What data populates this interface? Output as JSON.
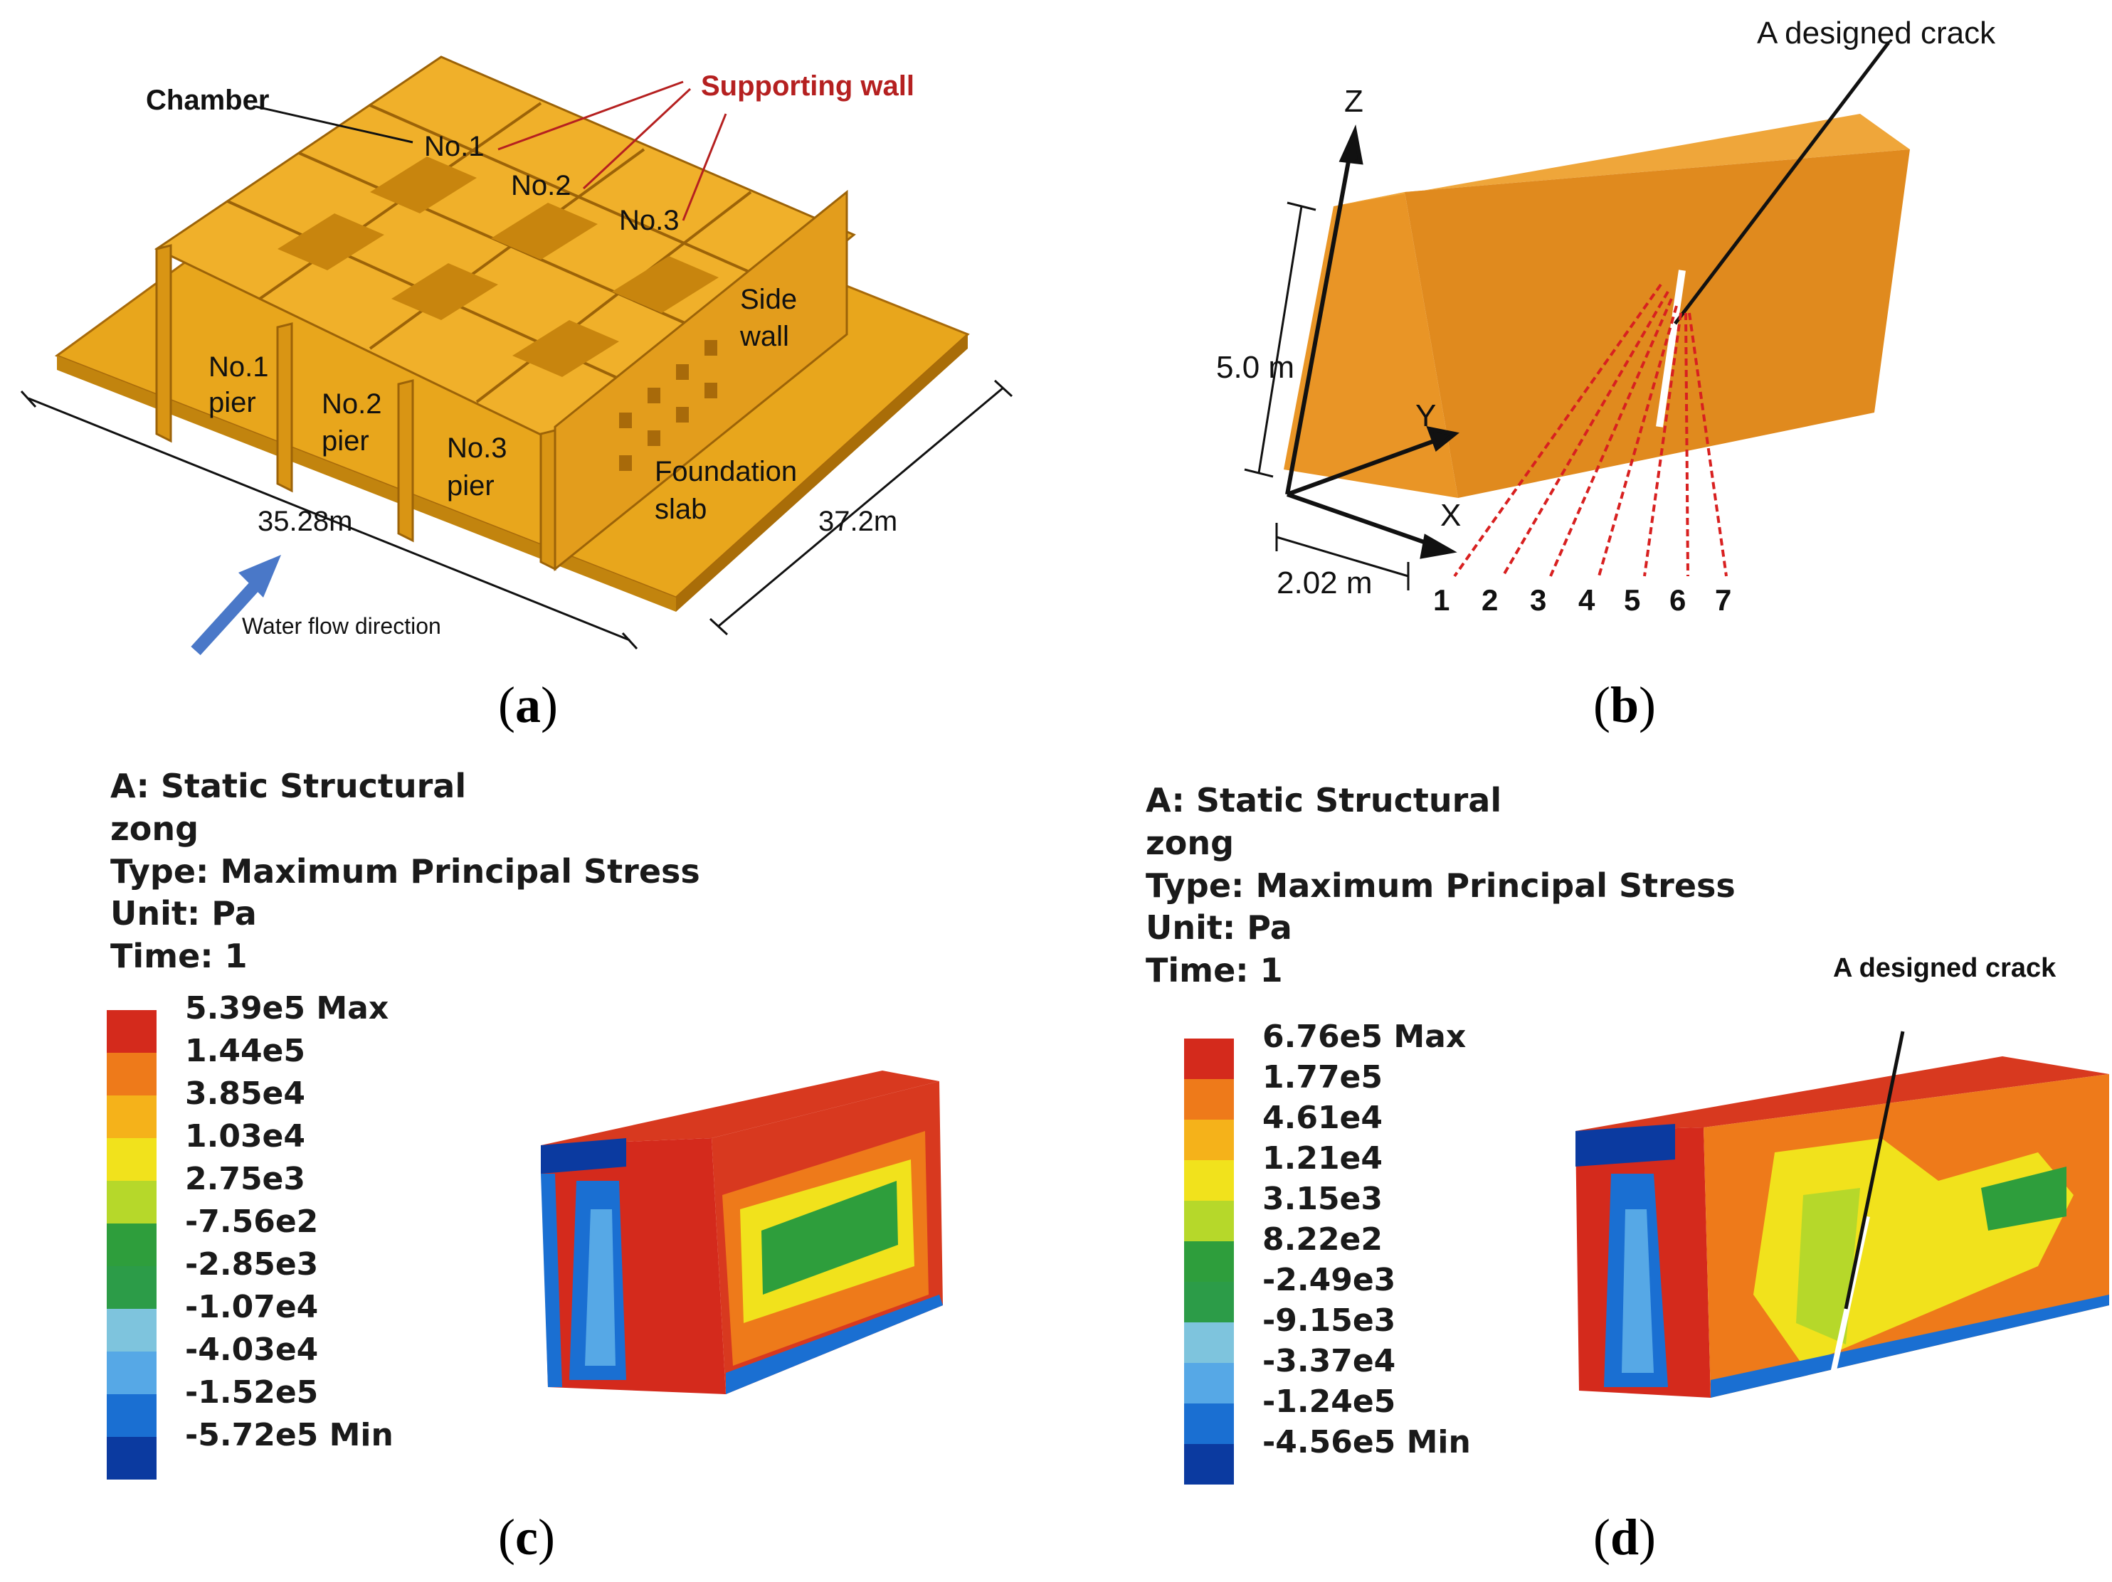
{
  "panel_a": {
    "caption": "a",
    "chamber": "Chamber",
    "supporting_wall": "Supporting wall",
    "no1": "No.1",
    "no2": "No.2",
    "no3": "No.3",
    "side_wall_1": "Side",
    "side_wall_2": "wall",
    "pier1_a": "No.1",
    "pier1_b": "pier",
    "pier2_a": "No.2",
    "pier2_b": "pier",
    "pier3_a": "No.3",
    "pier3_b": "pier",
    "foundation_1": "Foundation",
    "foundation_2": "slab",
    "width": "35.28m",
    "depth": "37.2m",
    "flow": "Water flow direction"
  },
  "panel_b": {
    "caption": "b",
    "crack": "A designed crack",
    "z": "Z",
    "y": "Y",
    "x": "X",
    "height": "5.0 m",
    "thickness": "2.02 m",
    "probes": [
      "1",
      "2",
      "3",
      "4",
      "5",
      "6",
      "7"
    ]
  },
  "panel_c": {
    "caption": "c",
    "header": [
      "A: Static Structural",
      "zong",
      "Type: Maximum Principal Stress",
      "Unit: Pa",
      "Time: 1"
    ],
    "legend": [
      "5.39e5 Max",
      "1.44e5",
      "3.85e4",
      "1.03e4",
      "2.75e3",
      "-7.56e2",
      "-2.85e3",
      "-1.07e4",
      "-4.03e4",
      "-1.52e5",
      "-5.72e5 Min"
    ]
  },
  "panel_d": {
    "caption": "d",
    "header": [
      "A: Static Structural",
      "zong",
      "Type: Maximum Principal Stress",
      "Unit: Pa",
      "Time: 1"
    ],
    "crack": "A designed crack",
    "legend": [
      "6.76e5 Max",
      "1.77e5",
      "4.61e4",
      "1.21e4",
      "3.15e3",
      "8.22e2",
      "-2.49e3",
      "-9.15e3",
      "-3.37e4",
      "-1.24e5",
      "-4.56e5 Min"
    ]
  },
  "colors": {
    "concrete": "#e8a61c",
    "concrete_dark": "#b9780c",
    "legend": [
      "#d42a1c",
      "#ee7a1a",
      "#f5b21a",
      "#f1e21c",
      "#b6d82a",
      "#2e9e3c",
      "#2c9c48",
      "#7ec4dd",
      "#56a8e6",
      "#1a6fd2",
      "#0b3aa0"
    ]
  }
}
